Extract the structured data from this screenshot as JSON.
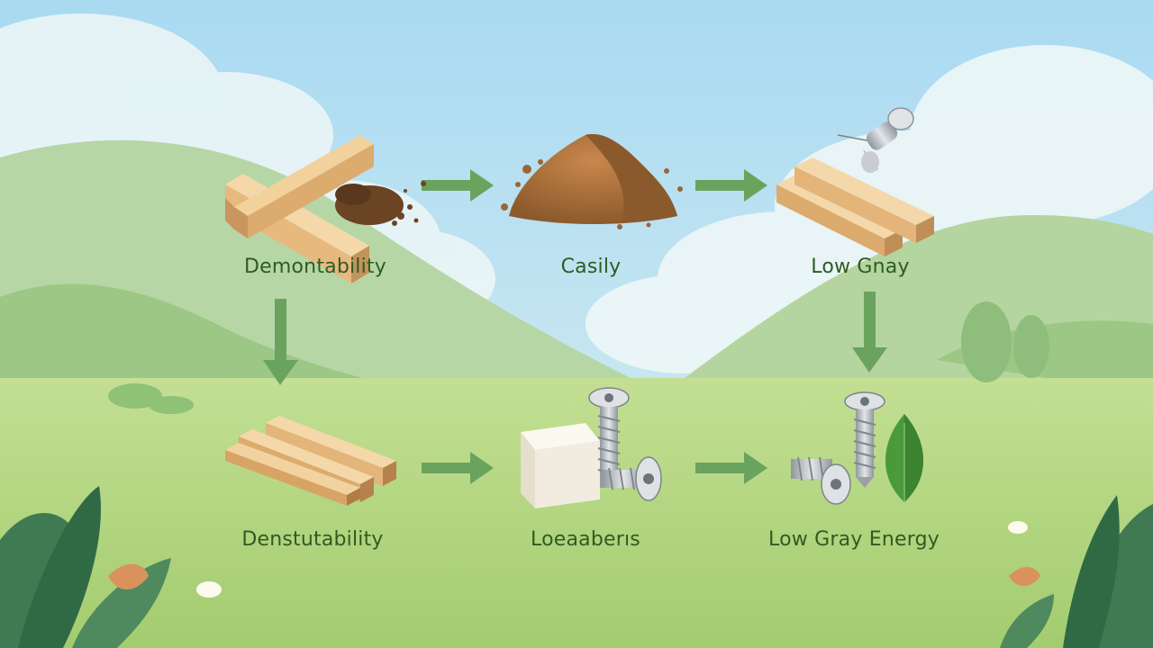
{
  "colors": {
    "sky_top": "#a9daf2",
    "sky_bottom": "#d9eef4",
    "grass_light": "#b9da86",
    "grass_mid": "#a6cf73",
    "hill_far": "#b7d8a8",
    "hill_near": "#9ec98a",
    "arrow": "#6aa35e",
    "label": "#2f5b22",
    "wood_light": "#f0cf9a",
    "wood_mid": "#dcae72",
    "wood_dark": "#b98a55",
    "soil_light": "#c68a52",
    "soil_dark": "#8a5a2e",
    "metal_light": "#d6d9dd",
    "metal_dark": "#8d949b",
    "leaf": "#4a9a3c",
    "block": "#f1ecdf"
  },
  "nodes": [
    {
      "id": "demontability",
      "label": "Demontability",
      "icon": "wood-soil-icon"
    },
    {
      "id": "casily",
      "label": "Casily",
      "icon": "soil-pile-icon"
    },
    {
      "id": "low-gnay",
      "label": "Low Gnay",
      "icon": "wood-pin-icon"
    },
    {
      "id": "denstutability",
      "label": "Denstutability",
      "icon": "wood-stack-icon"
    },
    {
      "id": "loeaaberis",
      "label": "Loeaaberıs",
      "icon": "block-screw-icon"
    },
    {
      "id": "low-gray-energy",
      "label": "Low Gray Energy",
      "icon": "screw-leaf-icon"
    }
  ],
  "arrows": [
    {
      "from": "demontability",
      "to": "casily",
      "direction": "right"
    },
    {
      "from": "casily",
      "to": "low-gnay",
      "direction": "right"
    },
    {
      "from": "demontability",
      "to": "denstutability",
      "direction": "down"
    },
    {
      "from": "low-gnay",
      "to": "low-gray-energy",
      "direction": "down"
    },
    {
      "from": "denstutability",
      "to": "loeaaberis",
      "direction": "right"
    },
    {
      "from": "loeaaberis",
      "to": "low-gray-energy",
      "direction": "right"
    }
  ]
}
